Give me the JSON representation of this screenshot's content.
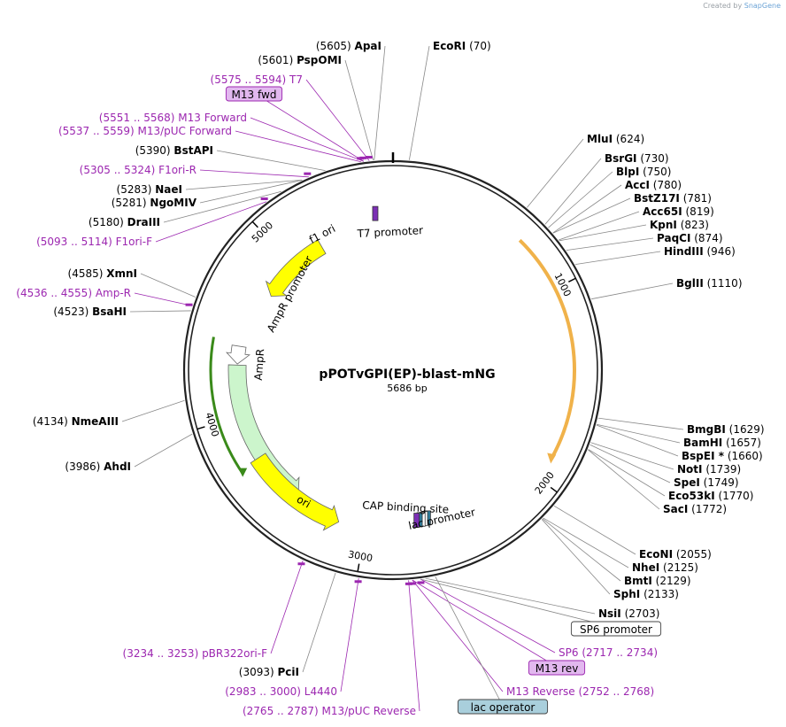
{
  "credit": {
    "prefix": "Created by",
    "brand": "SnapGene"
  },
  "plasmid": {
    "name": "pPOTvGPI(EP)-blast-mNG",
    "length_label": "5686 bp",
    "length": 5686
  },
  "ticks": [
    {
      "pos": 1000,
      "label": "1000"
    },
    {
      "pos": 2000,
      "label": "2000"
    },
    {
      "pos": 3000,
      "label": "3000"
    },
    {
      "pos": 4000,
      "label": "4000"
    },
    {
      "pos": 5000,
      "label": "5000"
    }
  ],
  "features": [
    {
      "name": "T7 promoter",
      "type": "promoter",
      "start": 5575,
      "end": 5594,
      "color": "#9b59b6"
    },
    {
      "name": "f1 ori",
      "type": "origin",
      "start": 4757,
      "end": 5212,
      "color": "#ffff00"
    },
    {
      "name": "AmpR promoter",
      "type": "promoter",
      "start": 4300,
      "end": 4404,
      "color": "#ffffff"
    },
    {
      "name": "AmpR",
      "type": "cds",
      "start": 3434,
      "end": 4294,
      "color": "#ccf5cc"
    },
    {
      "name": "ori",
      "type": "origin",
      "start": 3154,
      "end": 3742,
      "color": "#ffff00"
    },
    {
      "name": "CAP binding site",
      "type": "misc",
      "start": 2620,
      "end": 2641,
      "color": "#2e7d9c"
    },
    {
      "name": "lac promoter",
      "type": "promoter",
      "start": 2656,
      "end": 2686,
      "color": "#ffffff"
    }
  ],
  "sites": [
    {
      "name": "ApaI",
      "pos": 5605,
      "pos_label": "(5605)"
    },
    {
      "name": "PspOMI",
      "pos": 5601,
      "pos_label": "(5601)"
    },
    {
      "name": "EcoRI",
      "pos": 70,
      "pos_label": "(70)"
    },
    {
      "name": "BstAPI",
      "pos": 5390,
      "pos_label": "(5390)"
    },
    {
      "name": "NaeI",
      "pos": 5283,
      "pos_label": "(5283)"
    },
    {
      "name": "NgoMIV",
      "pos": 5281,
      "pos_label": "(5281)"
    },
    {
      "name": "DraIII",
      "pos": 5180,
      "pos_label": "(5180)"
    },
    {
      "name": "XmnI",
      "pos": 4585,
      "pos_label": "(4585)"
    },
    {
      "name": "BsaHI",
      "pos": 4523,
      "pos_label": "(4523)"
    },
    {
      "name": "NmeAIII",
      "pos": 4134,
      "pos_label": "(4134)"
    },
    {
      "name": "AhdI",
      "pos": 3986,
      "pos_label": "(3986)"
    },
    {
      "name": "PciI",
      "pos": 3093,
      "pos_label": "(3093)"
    },
    {
      "name": "MluI",
      "pos": 624,
      "pos_label": "(624)"
    },
    {
      "name": "BsrGI",
      "pos": 730,
      "pos_label": "(730)"
    },
    {
      "name": "BlpI",
      "pos": 750,
      "pos_label": "(750)"
    },
    {
      "name": "AccI",
      "pos": 780,
      "pos_label": "(780)"
    },
    {
      "name": "BstZ17I",
      "pos": 781,
      "pos_label": "(781)"
    },
    {
      "name": "Acc65I",
      "pos": 819,
      "pos_label": "(819)"
    },
    {
      "name": "KpnI",
      "pos": 823,
      "pos_label": "(823)"
    },
    {
      "name": "PaqCI",
      "pos": 874,
      "pos_label": "(874)"
    },
    {
      "name": "HindIII",
      "pos": 946,
      "pos_label": "(946)"
    },
    {
      "name": "BglII",
      "pos": 1110,
      "pos_label": "(1110)"
    },
    {
      "name": "BmgBI",
      "pos": 1629,
      "pos_label": "(1629)"
    },
    {
      "name": "BamHI",
      "pos": 1657,
      "pos_label": "(1657)"
    },
    {
      "name": "BspEI *",
      "pos": 1660,
      "pos_label": "(1660)"
    },
    {
      "name": "NotI",
      "pos": 1739,
      "pos_label": "(1739)"
    },
    {
      "name": "SpeI",
      "pos": 1749,
      "pos_label": "(1749)"
    },
    {
      "name": "Eco53kI",
      "pos": 1770,
      "pos_label": "(1770)"
    },
    {
      "name": "SacI",
      "pos": 1772,
      "pos_label": "(1772)"
    },
    {
      "name": "EcoNI",
      "pos": 2055,
      "pos_label": "(2055)"
    },
    {
      "name": "NheI",
      "pos": 2125,
      "pos_label": "(2125)"
    },
    {
      "name": "BmtI",
      "pos": 2129,
      "pos_label": "(2129)"
    },
    {
      "name": "SphI",
      "pos": 2133,
      "pos_label": "(2133)"
    },
    {
      "name": "NsiI",
      "pos": 2703,
      "pos_label": "(2703)"
    }
  ],
  "primers": [
    {
      "name": "T7",
      "range": "(5575 .. 5594)",
      "pos": 5584
    },
    {
      "name": "M13 Forward",
      "range": "(5551 .. 5568)",
      "pos": 5560
    },
    {
      "name": "M13/pUC Forward",
      "range": "(5537 .. 5559)",
      "pos": 5548
    },
    {
      "name": "F1ori-R",
      "range": "(5305 .. 5324)",
      "pos": 5314
    },
    {
      "name": "F1ori-F",
      "range": "(5093 .. 5114)",
      "pos": 5103
    },
    {
      "name": "Amp-R",
      "range": "(4536 .. 4555)",
      "pos": 4545
    },
    {
      "name": "pBR322ori-F",
      "range": "(3234 .. 3253)",
      "pos": 3243
    },
    {
      "name": "L4440",
      "range": "(2983 .. 3000)",
      "pos": 2991
    },
    {
      "name": "M13/pUC Reverse",
      "range": "(2765 .. 2787)",
      "pos": 2776
    },
    {
      "name": "M13 Reverse",
      "range": "(2752 .. 2768)",
      "pos": 2760
    },
    {
      "name": "SP6",
      "range": "(2717 .. 2734)",
      "pos": 2725
    }
  ],
  "boxed_labels": [
    {
      "name": "M13 fwd",
      "pos": 5560,
      "fill": "#e2b8ef"
    },
    {
      "name": "SP6 promoter",
      "pos": 2725,
      "fill": "#ffffff"
    },
    {
      "name": "M13 rev",
      "pos": 2760,
      "fill": "#e2b8ef"
    },
    {
      "name": "lac operator",
      "pos": 2660,
      "fill": "#a9cfdc"
    }
  ],
  "colors": {
    "backbone": "#222222",
    "primer": "#9c27b0",
    "orange_arc": "#f0b24a",
    "green_arc": "#3a8a1a"
  }
}
